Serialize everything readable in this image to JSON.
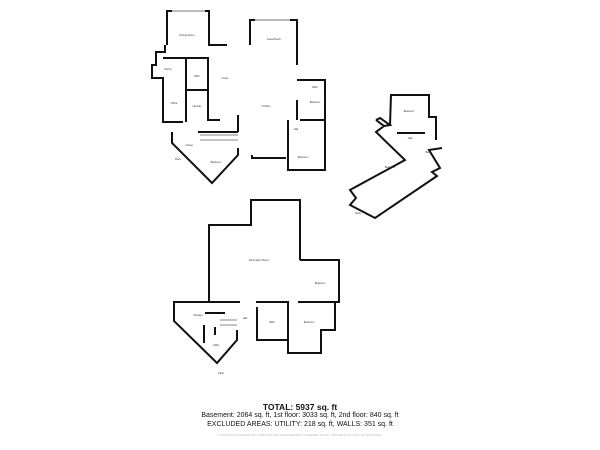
{
  "floorplan": {
    "first_floor_rooms": [
      "Dining Room",
      "Great Room",
      "Foyer",
      "Kitchen",
      "Bath",
      "Office",
      "Laundry",
      "Pantry",
      "Bedroom",
      "Bath",
      "Hall",
      "Bedroom",
      "Bedroom",
      "Closet",
      "Deck"
    ],
    "second_floor_rooms": [
      "Bedroom",
      "Bedroom",
      "Bath",
      "Hall",
      "Deck"
    ],
    "basement_rooms": [
      "Recreation Room",
      "Bedroom",
      "Storage",
      "Hall",
      "Bath",
      "Bedroom",
      "Utility",
      "Patio"
    ]
  },
  "summary": {
    "total": "TOTAL: 5937 sq. ft",
    "levels": "Basement: 2064 sq. ft, 1st floor: 3033 sq. ft, 2nd floor: 840 sq. ft",
    "excluded": "EXCLUDED AREAS: UTILITY: 218 sq. ft, WALLS: 351 sq. ft",
    "disclaimer": "FLOOR PLAN CREATED BY CUBICASA APP. MEASUREMENTS DEEMED HIGHLY RELIABLE BUT NOT GUARANTEED."
  }
}
